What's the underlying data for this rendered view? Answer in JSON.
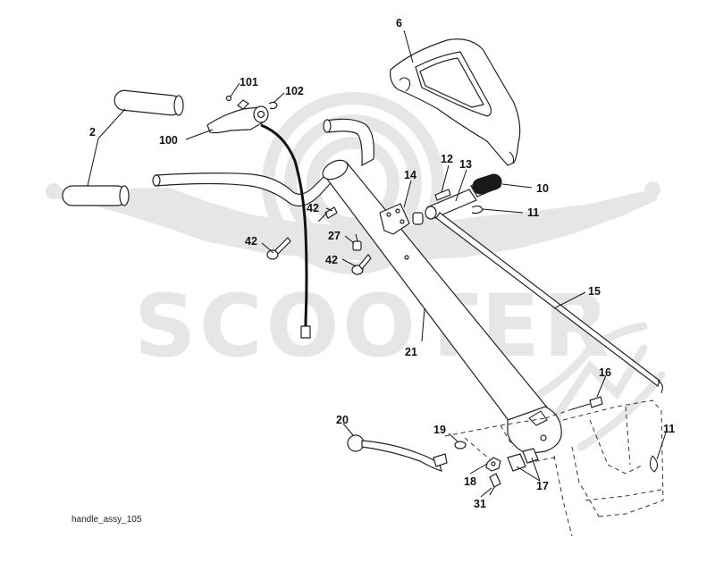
{
  "watermark": {
    "text": "SCOOTER",
    "color": "#e6e6e6"
  },
  "caption": "handle_assy_105",
  "callouts": {
    "c6": "6",
    "c101": "101",
    "c102": "102",
    "c2": "2",
    "c100": "100",
    "c12": "12",
    "c13": "13",
    "c14": "14",
    "c10": "10",
    "c11a": "11",
    "c42a": "42",
    "c42b": "42",
    "c42c": "42",
    "c27": "27",
    "c15": "15",
    "c21": "21",
    "c16": "16",
    "c20": "20",
    "c19": "19",
    "c11b": "11",
    "c18": "18",
    "c17": "17",
    "c31": "31"
  },
  "parts": {
    "console_cover": "console-cover",
    "grips": "handlebar-grips",
    "handlebar": "handlebar",
    "lever": "control-lever",
    "cable": "control-cable",
    "handle_tube": "handle-tube",
    "shift_rod": "shift-rod",
    "grip_knob": "grip-knob",
    "lower_rod": "lower-rod"
  }
}
